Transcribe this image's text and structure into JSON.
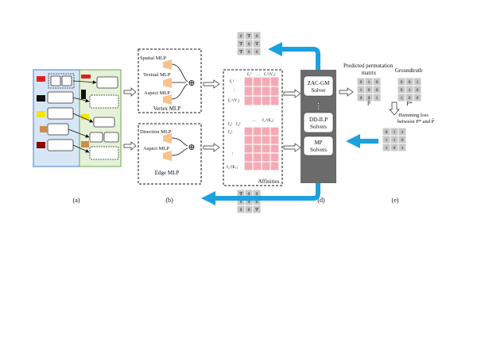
{
  "panel_labels": [
    "(a)",
    "(b)",
    "(c)",
    "(d)",
    "(e)"
  ],
  "vertex_block": {
    "spatial": "Spatial MLP",
    "textual": "Textual MLP",
    "aspect": "Aspect MLP",
    "title": "Vertex MLP"
  },
  "edge_block": {
    "direction": "Direction MLP",
    "aspect": "Aspect MLP",
    "title": "Edge MLP"
  },
  "plus_symbol": "⊕",
  "affinities": {
    "label": "Affinities",
    "top_header": [
      "f₁²",
      "…",
      "f₁^|V₂|"
    ],
    "top_rows": [
      "f₁¹",
      "⋮",
      "f₁^|V₁|"
    ],
    "bottom_header": [
      "f₂¹",
      "f₂²",
      "…",
      "f₂^|E₂|"
    ],
    "bottom_rows": [
      "f₂¹",
      "⋮",
      "f₂^|E₁|"
    ],
    "dots": "…"
  },
  "solvers": {
    "zac": [
      "ZAC-GM",
      "Solver"
    ],
    "dots": "⋮",
    "ddilp": [
      "DD-ILP",
      "Solvers"
    ],
    "mp": [
      "MP",
      "Solvers"
    ]
  },
  "output": {
    "predicted_title": [
      "Predicted permutation",
      "matrix"
    ],
    "groundtruth_title": "Groundtruth",
    "predicted_symbol": "P̂",
    "groundtruth_symbol": "P*",
    "predicted_matrix": [
      [
        "0",
        "1",
        "0"
      ],
      [
        "1",
        "0",
        "0"
      ],
      [
        "0",
        "0",
        "1"
      ]
    ],
    "groundtruth_matrix": [
      [
        "0",
        "0",
        "1"
      ],
      [
        "0",
        "1",
        "0"
      ],
      [
        "1",
        "0",
        "0"
      ]
    ],
    "loss_matrix": [
      [
        "0",
        "1",
        "1"
      ],
      [
        "1",
        "1",
        "0"
      ],
      [
        "1",
        "0",
        "1"
      ]
    ],
    "loss_text": [
      "Hamming loss",
      "between P* and P̂"
    ]
  },
  "gradient_top": [
    [
      "0",
      "∇",
      "0"
    ],
    [
      "∇",
      "0",
      "∇"
    ],
    [
      "∇",
      "0",
      "0"
    ]
  ],
  "gradient_bottom": [
    [
      "∇",
      "0",
      "0"
    ],
    [
      "0",
      "∇",
      "0"
    ],
    [
      "0",
      "0",
      "∇"
    ]
  ],
  "colors": {
    "accent_blue": "#1ba1e2",
    "panel_a_left": "#d6e6f7",
    "panel_a_right": "#e6f1d9",
    "affinity_pink": "#f3aab5",
    "solver_gray": "#6b6b6b",
    "mlp_orange": "#f7c38a",
    "matrix_gray": "#c8c8c8"
  }
}
